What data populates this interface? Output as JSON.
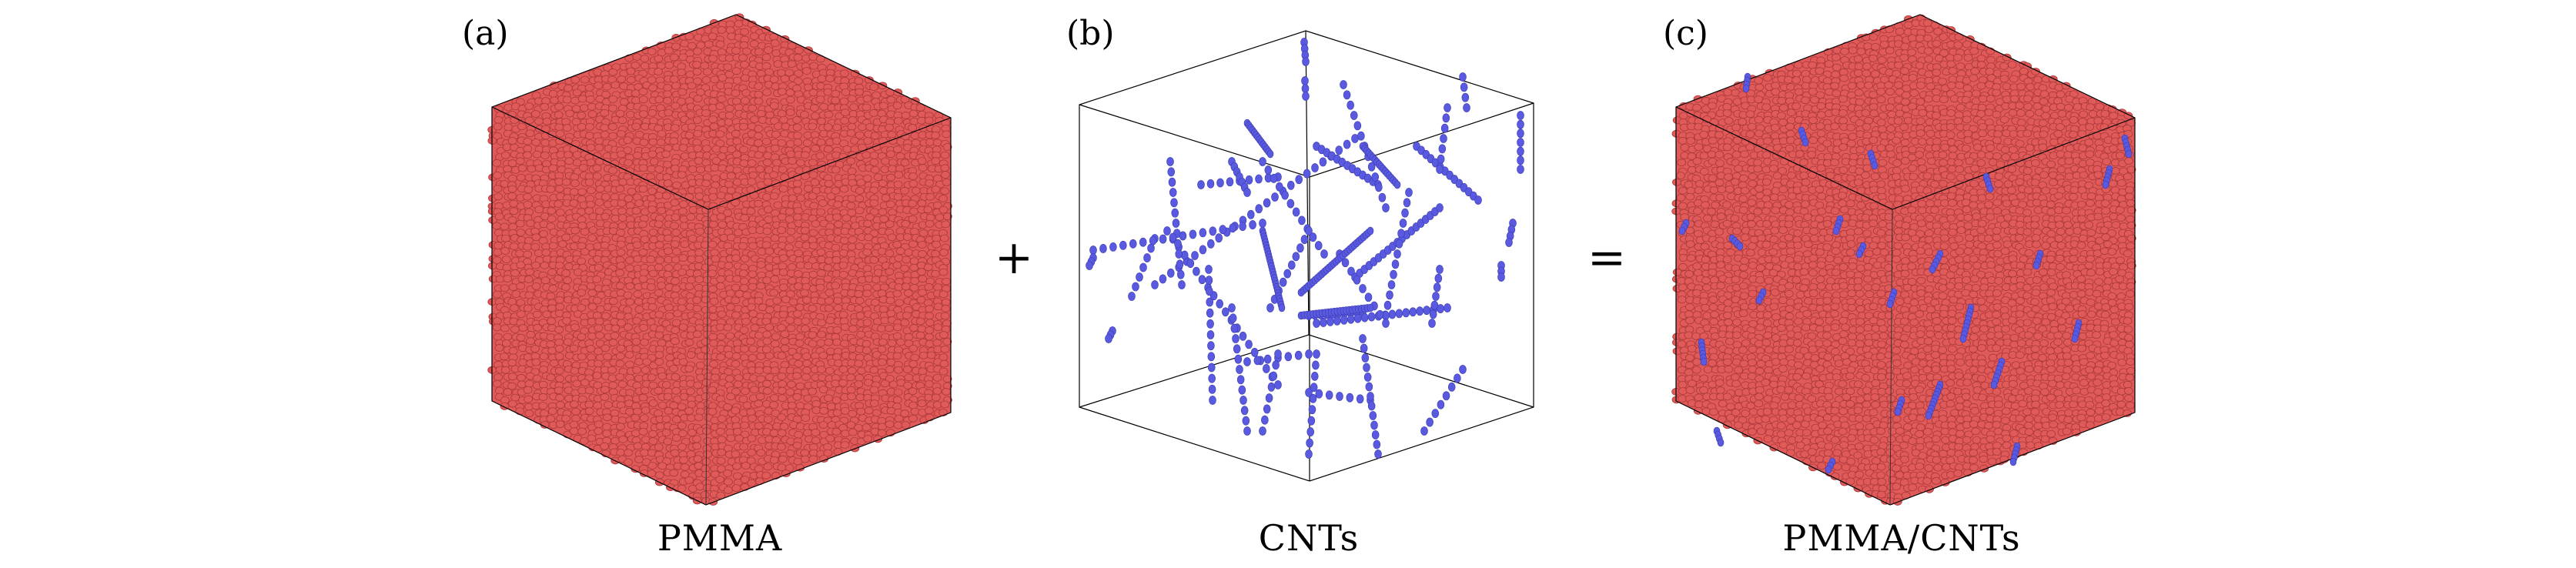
{
  "panels": [
    {
      "tag": "(a)",
      "caption": "PMMA"
    },
    {
      "tag": "(b)",
      "caption": "CNTs"
    },
    {
      "tag": "(c)",
      "caption": "PMMA/CNTs"
    }
  ],
  "operators": {
    "plus": "+",
    "equals": "="
  },
  "colors": {
    "pmma": "#e05a5a",
    "pmma_edge": "#a83838",
    "cnt": "#5a5ae0",
    "box": "#000000"
  }
}
